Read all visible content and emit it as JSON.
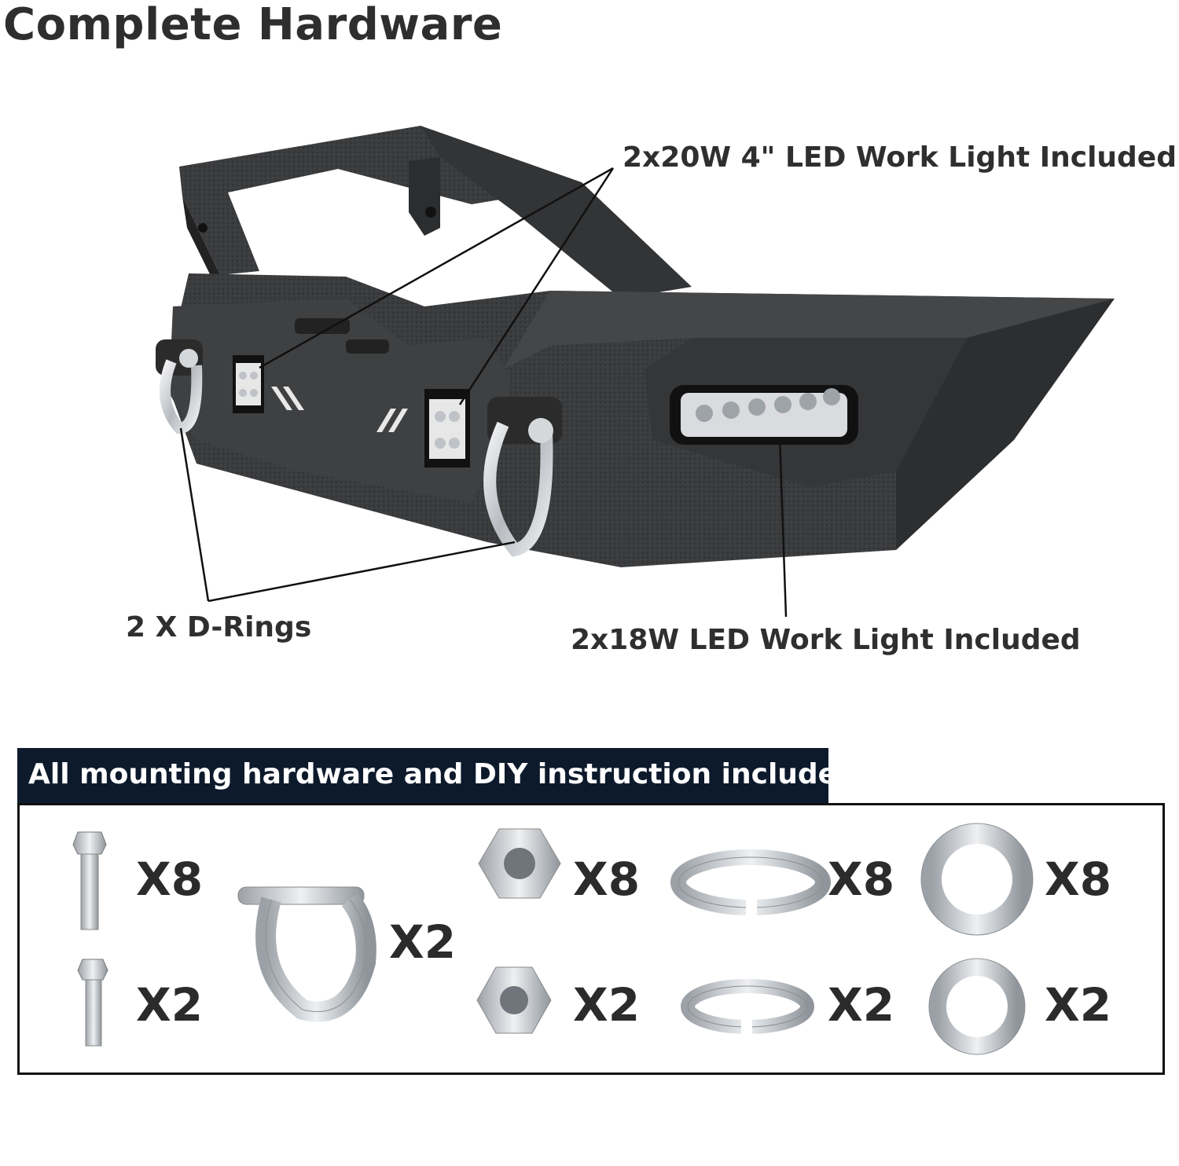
{
  "title": "Complete Hardware",
  "callouts": {
    "led_4in": "2x20W 4\" LED Work Light Included",
    "d_rings": "2 X D-Rings",
    "led_bar": "2x18W LED Work Light Included"
  },
  "hardware_banner": "All mounting hardware and DIY instruction included",
  "hardware": {
    "bolt_long_qty": "X8",
    "bolt_short_qty": "X2",
    "shackle_qty": "X2",
    "nut_large_qty": "X8",
    "nut_small_qty": "X2",
    "lock_washer_large_qty": "X8",
    "lock_washer_small_qty": "X2",
    "flat_washer_large_qty": "X8",
    "flat_washer_small_qty": "X2"
  },
  "colors": {
    "bumper": "#3a3b3d",
    "banner": "#0d1a2c",
    "steel": "#c9ccd0"
  }
}
